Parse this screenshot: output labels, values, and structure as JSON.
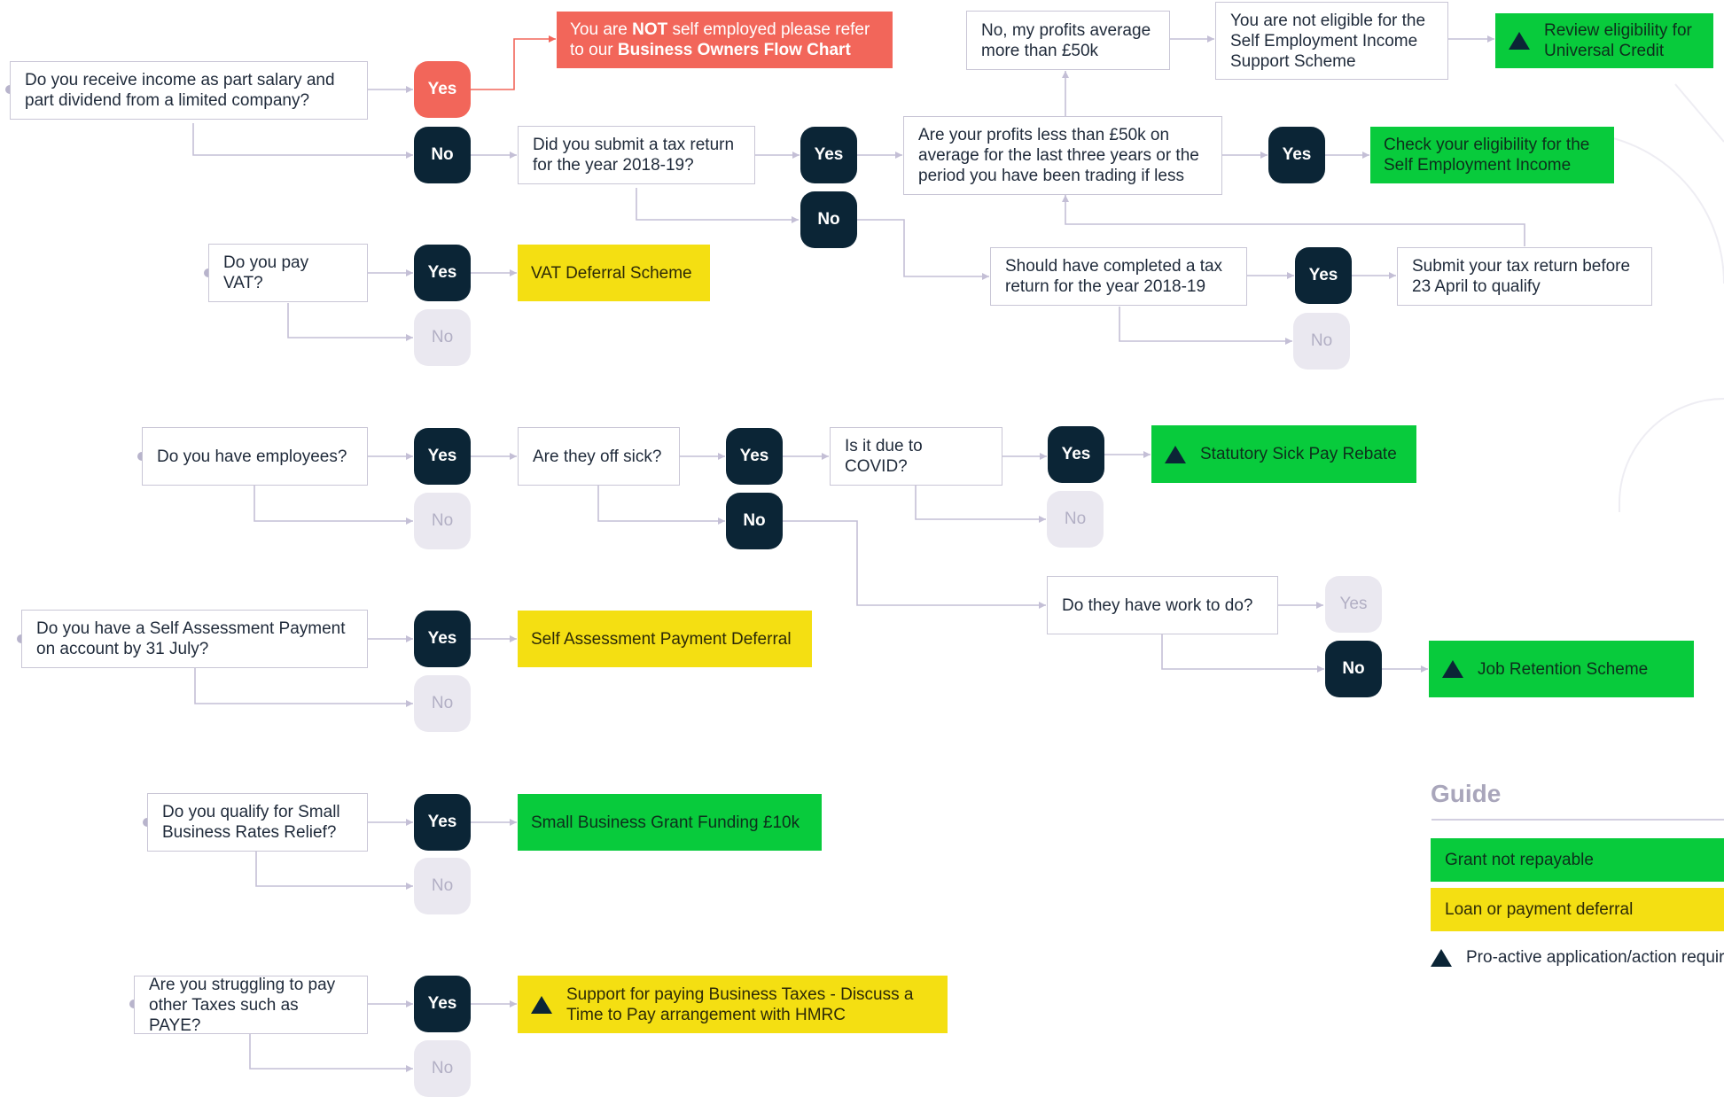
{
  "decisions": {
    "salary_dividend": "Do you receive income as part salary and part dividend from a limited company?",
    "tax_return": "Did you submit a tax return for the year 2018-19?",
    "profits_less": "Are your profits less than £50k on average for the last three years or the period you have been trading if less",
    "profits_more": "No, my profits average more than £50k",
    "not_eligible": "You are not eligible for the Self Employment Income Support Scheme",
    "should_have": "Should have completed a tax return for the year 2018-19",
    "submit_before": "Submit your tax return before 23 April to qualify",
    "vat": "Do you pay VAT?",
    "employees": "Do you have employees?",
    "off_sick": "Are they off sick?",
    "covid": "Is it due to COVID?",
    "work_to_do": "Do they have work to do?",
    "self_assessment": "Do you have a Self Assessment Payment on account by 31 July?",
    "rates_relief": "Do you qualify for Small Business Rates Relief?",
    "struggling": "Are you struggling to pay other Taxes such as PAYE?"
  },
  "not_self_employed": {
    "part1": "You are ",
    "bold1": "NOT",
    "part2": " self employed please refer to our ",
    "bold2": "Business Owners Flow Chart"
  },
  "results": {
    "universal_credit": "Review eligibility for Universal Credit",
    "check_seiss": "Check your eligibility for the Self Employment Income",
    "vat_deferral": "VAT Deferral Scheme",
    "ssp_rebate": "Statutory Sick Pay Rebate",
    "job_retention": "Job Retention Scheme",
    "sa_deferral": "Self Assessment Payment Deferral",
    "grant_10k": "Small Business Grant Funding £10k",
    "business_taxes": "Support for paying Business Taxes - Discuss a Time to Pay arrangement with HMRC"
  },
  "answers": {
    "yes": "Yes",
    "no": "No"
  },
  "guide": {
    "title": "Guide",
    "grant": "Grant not repayable",
    "loan": "Loan or payment deferral",
    "proactive": "Pro-active application/action required"
  },
  "colors": {
    "grant_green": "#08cb3c",
    "deferral_yellow": "#f4df12",
    "warning_red": "#f2665a",
    "dark_navy": "#0b2536",
    "connector": "#c4bfd6",
    "inactive": "#eae8f0"
  }
}
